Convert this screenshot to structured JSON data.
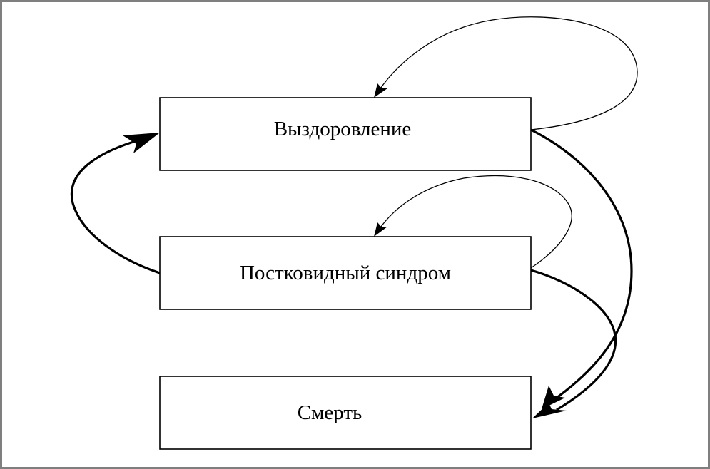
{
  "diagram": {
    "nodes": [
      {
        "id": "recovery",
        "label": "Выздоровление"
      },
      {
        "id": "postcovid",
        "label": "Постковидный синдром"
      },
      {
        "id": "death",
        "label": "Смерть"
      }
    ],
    "edges": [
      {
        "from": "recovery",
        "to": "recovery",
        "style": "thin"
      },
      {
        "from": "recovery",
        "to": "death",
        "style": "thick"
      },
      {
        "from": "postcovid",
        "to": "postcovid",
        "style": "thin"
      },
      {
        "from": "postcovid",
        "to": "death",
        "style": "thick"
      },
      {
        "from": "postcovid",
        "to": "recovery",
        "style": "thick"
      }
    ]
  }
}
